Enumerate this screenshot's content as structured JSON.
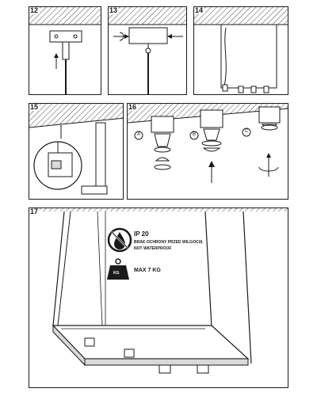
{
  "steps": {
    "s12": "12",
    "s13": "13",
    "s14": "14",
    "s15": "15",
    "s16": "16",
    "s17": "17"
  },
  "step16": {
    "option_a": "A",
    "option_b": "B",
    "option_c": "C"
  },
  "warning": {
    "ip_rating": "IP 20",
    "polish_note": "BRAK OCHRONY PRZED WILGOCIĄ",
    "english_note": "NOT WATERPROOF",
    "icon": "water-drop-crossed-icon"
  },
  "load": {
    "weight_badge": "KG",
    "max_text": "MAX 7 KG",
    "icon": "weight-icon"
  },
  "colors": {
    "line": "#1a1a1a",
    "shade": "#d9d9d9"
  }
}
